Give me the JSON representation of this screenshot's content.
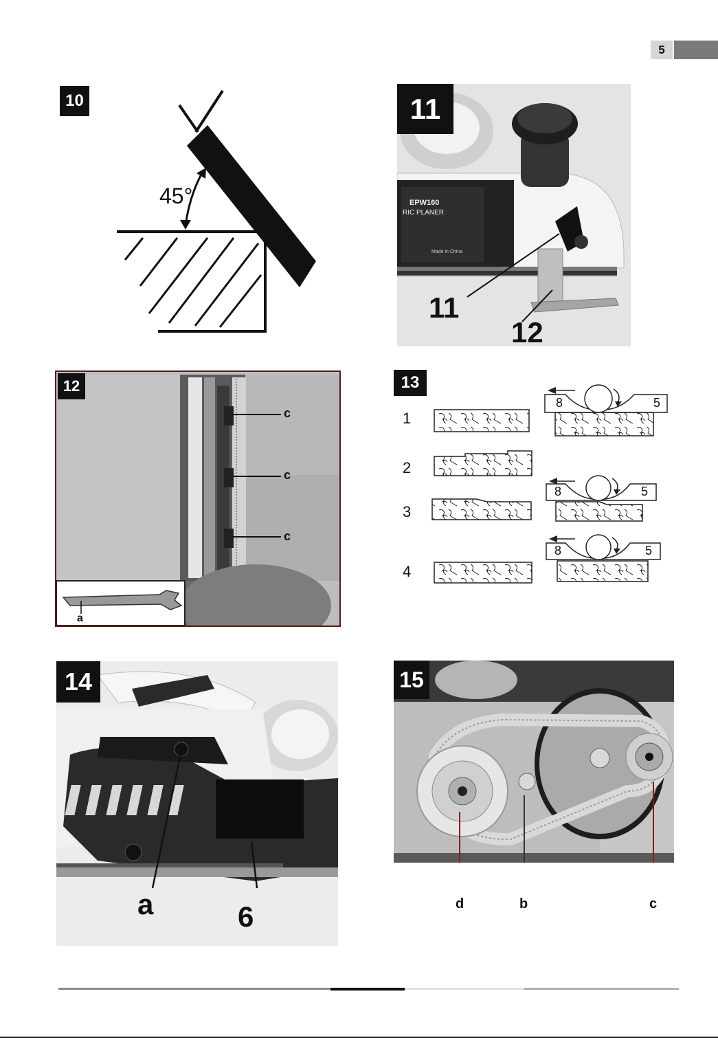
{
  "page": {
    "number": "5"
  },
  "fig10": {
    "badge": "10",
    "angle_label": "45°"
  },
  "fig11": {
    "badge": "11",
    "callouts": [
      "11",
      "12"
    ],
    "plate": {
      "model": "EPW160",
      "line1": "RIC PLANER",
      "line2": "Made in China"
    }
  },
  "fig12": {
    "badge": "12",
    "callouts": [
      "c",
      "c",
      "c"
    ],
    "inset_label": "a"
  },
  "fig13": {
    "badge": "13",
    "steps": [
      "1",
      "2",
      "3",
      "4"
    ],
    "plane_labels": [
      {
        "left": "8",
        "right": "5"
      },
      {
        "left": "8",
        "right": "5"
      },
      {
        "left": "8",
        "right": "5"
      }
    ]
  },
  "fig14": {
    "badge": "14",
    "callouts": [
      "a",
      "6"
    ]
  },
  "fig15": {
    "badge": "15",
    "callouts": [
      "d",
      "b",
      "c"
    ]
  },
  "footer": {
    "colors": [
      "#888888",
      "#111111",
      "#dddddd",
      "#aaaaaa"
    ]
  }
}
